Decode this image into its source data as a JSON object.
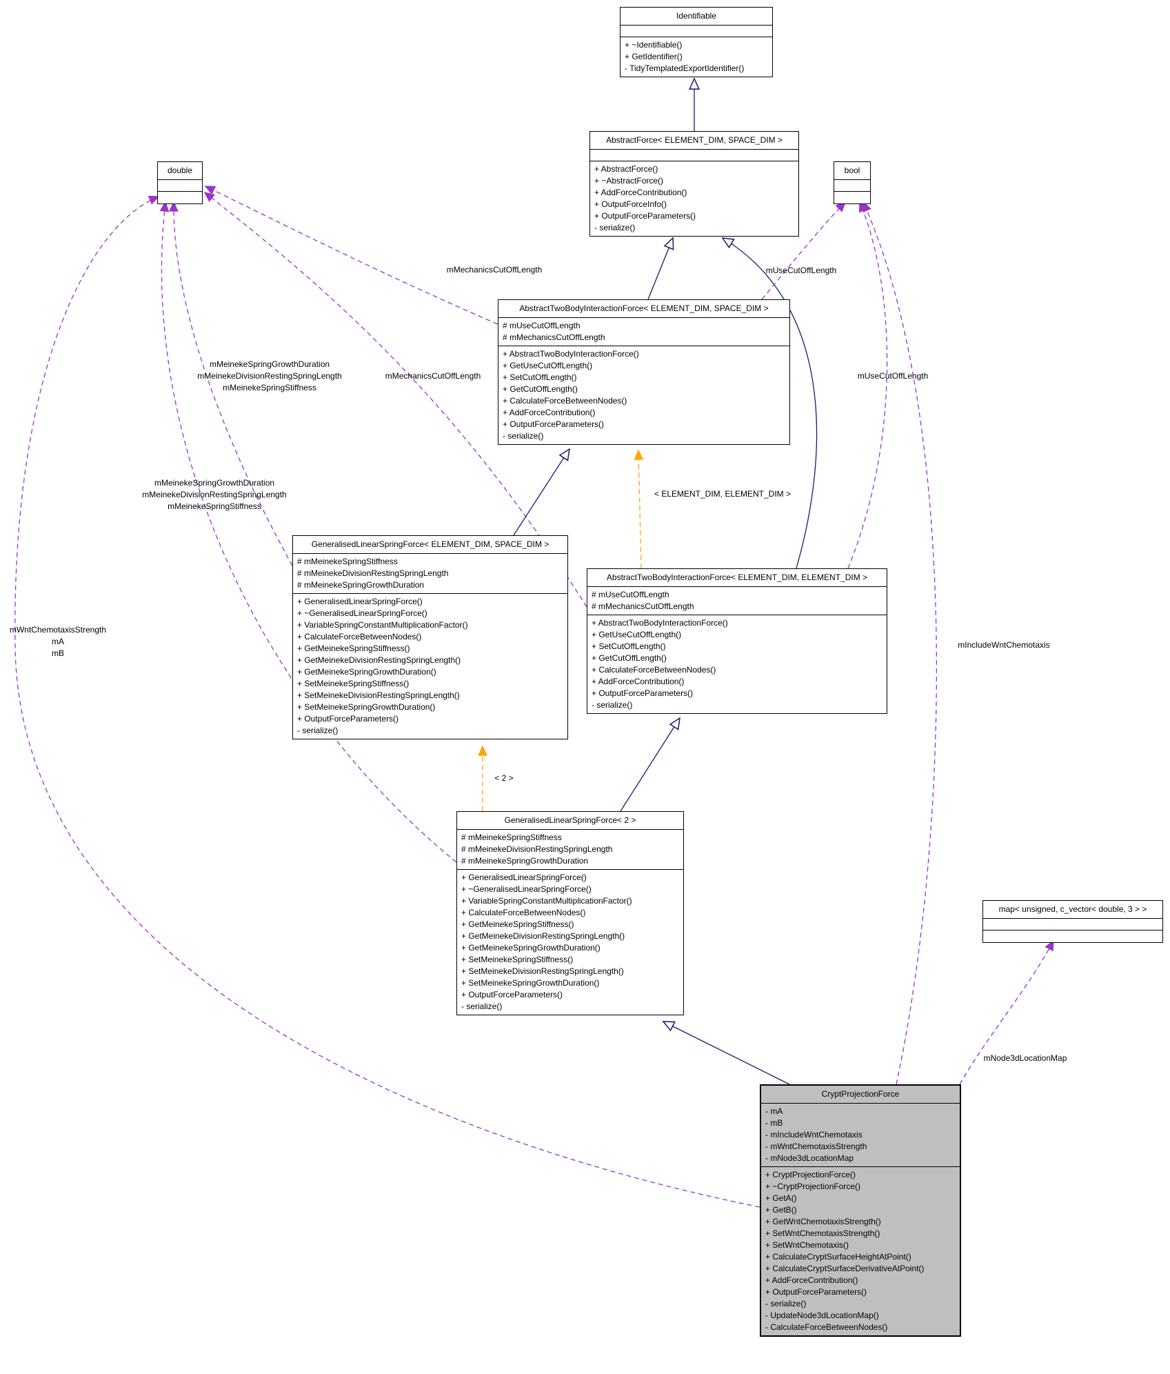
{
  "diagram": {
    "classes": {
      "identifiable": {
        "title": "Identifiable",
        "attributes": [],
        "methods": [
          "+ ~Identifiable()",
          "+ GetIdentifier()",
          "- TidyTemplatedExportIdentifier()"
        ]
      },
      "abstractForce": {
        "title": "AbstractForce< ELEMENT_DIM, SPACE_DIM >",
        "attributes": [],
        "methods": [
          "+ AbstractForce()",
          "+ ~AbstractForce()",
          "+ AddForceContribution()",
          "+ OutputForceInfo()",
          "+ OutputForceParameters()",
          "- serialize()"
        ]
      },
      "doubleType": {
        "title": "double",
        "attributes": [],
        "methods": []
      },
      "boolType": {
        "title": "bool",
        "attributes": [],
        "methods": []
      },
      "atbifSpace": {
        "title": "AbstractTwoBodyInteractionForce< ELEMENT_DIM, SPACE_DIM >",
        "attributes": [
          "# mUseCutOffLength",
          "# mMechanicsCutOffLength"
        ],
        "methods": [
          "+ AbstractTwoBodyInteractionForce()",
          "+ GetUseCutOffLength()",
          "+ SetCutOffLength()",
          "+ GetCutOffLength()",
          "+ CalculateForceBetweenNodes()",
          "+ AddForceContribution()",
          "+ OutputForceParameters()",
          "- serialize()"
        ]
      },
      "glsfTemplate": {
        "title": "GeneralisedLinearSpringForce< ELEMENT_DIM, SPACE_DIM >",
        "attributes": [
          "# mMeinekeSpringStiffness",
          "# mMeinekeDivisionRestingSpringLength",
          "# mMeinekeSpringGrowthDuration"
        ],
        "methods": [
          "+ GeneralisedLinearSpringForce()",
          "+ ~GeneralisedLinearSpringForce()",
          "+ VariableSpringConstantMultiplicationFactor()",
          "+ CalculateForceBetweenNodes()",
          "+ GetMeinekeSpringStiffness()",
          "+ GetMeinekeDivisionRestingSpringLength()",
          "+ GetMeinekeSpringGrowthDuration()",
          "+ SetMeinekeSpringStiffness()",
          "+ SetMeinekeDivisionRestingSpringLength()",
          "+ SetMeinekeSpringGrowthDuration()",
          "+ OutputForceParameters()",
          "- serialize()"
        ]
      },
      "atbifElement": {
        "title": "AbstractTwoBodyInteractionForce< ELEMENT_DIM, ELEMENT_DIM >",
        "attributes": [
          "# mUseCutOffLength",
          "# mMechanicsCutOffLength"
        ],
        "methods": [
          "+ AbstractTwoBodyInteractionForce()",
          "+ GetUseCutOffLength()",
          "+ SetCutOffLength()",
          "+ GetCutOffLength()",
          "+ CalculateForceBetweenNodes()",
          "+ AddForceContribution()",
          "+ OutputForceParameters()",
          "- serialize()"
        ]
      },
      "glsf2": {
        "title": "GeneralisedLinearSpringForce< 2 >",
        "attributes": [
          "# mMeinekeSpringStiffness",
          "# mMeinekeDivisionRestingSpringLength",
          "# mMeinekeSpringGrowthDuration"
        ],
        "methods": [
          "+ GeneralisedLinearSpringForce()",
          "+ ~GeneralisedLinearSpringForce()",
          "+ VariableSpringConstantMultiplicationFactor()",
          "+ CalculateForceBetweenNodes()",
          "+ GetMeinekeSpringStiffness()",
          "+ GetMeinekeDivisionRestingSpringLength()",
          "+ GetMeinekeSpringGrowthDuration()",
          "+ SetMeinekeSpringStiffness()",
          "+ SetMeinekeDivisionRestingSpringLength()",
          "+ SetMeinekeSpringGrowthDuration()",
          "+ OutputForceParameters()",
          "- serialize()"
        ]
      },
      "mapType": {
        "title": "map< unsigned, c_vector< double, 3 > >",
        "attributes": [],
        "methods": []
      },
      "crypt": {
        "title": "CryptProjectionForce",
        "attributes": [
          "- mA",
          "- mB",
          "- mIncludeWntChemotaxis",
          "- mWntChemotaxisStrength",
          "- mNode3dLocationMap"
        ],
        "methods": [
          "+ CryptProjectionForce()",
          "+ ~CryptProjectionForce()",
          "+ GetA()",
          "+ GetB()",
          "+ GetWntChemotaxisStrength()",
          "+ SetWntChemotaxisStrength()",
          "+ SetWntChemotaxis()",
          "+ CalculateCryptSurfaceHeightAtPoint()",
          "+ CalculateCryptSurfaceDerivativeAtPoint()",
          "+ AddForceContribution()",
          "+ OutputForceParameters()",
          "- serialize()",
          "- UpdateNode3dLocationMap()",
          "- CalculateForceBetweenNodes()"
        ]
      }
    },
    "edge_labels": {
      "mechanics_es": "mMechanicsCutOffLength",
      "use_es": "mUseCutOffLength",
      "meineke_es": "mMeinekeSpringGrowthDuration\nmMeinekeDivisionRestingSpringLength\nmMeinekeSpringStiffness",
      "mechanics_ee": "mMechanicsCutOffLength",
      "use_ee": "mUseCutOffLength",
      "meineke_2": "mMeinekeSpringGrowthDuration\nmMeinekeDivisionRestingSpringLength\nmMeinekeSpringStiffness",
      "template_ee": "< ELEMENT_DIM, ELEMENT_DIM >",
      "template_2": "< 2 >",
      "wnt": "mWntChemotaxisStrength\nmA\nmB",
      "include_wnt": "mIncludeWntChemotaxis",
      "node3d": "mNode3dLocationMap"
    },
    "colors": {
      "inheritance": "#191970",
      "usage": "#9a32cd",
      "template": "#ffa500",
      "highlight_bg": "#bfbfbf",
      "box_bg": "#ffffff",
      "border": "#000000"
    }
  }
}
